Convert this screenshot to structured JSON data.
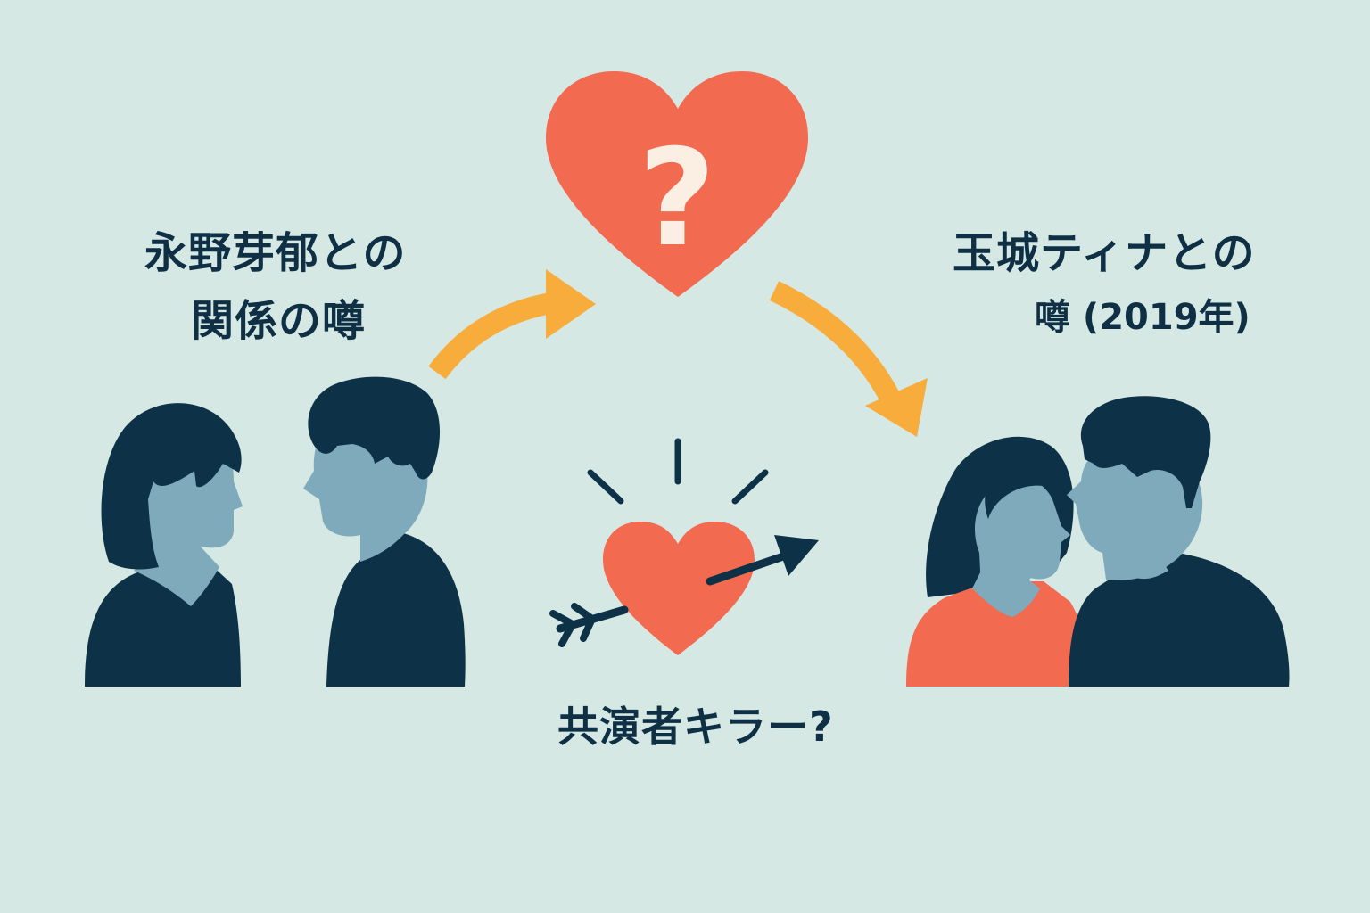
{
  "labels": {
    "left_rumor_line1": "永野芽郁との",
    "left_rumor_line2": "関係の噂",
    "right_rumor_line1": "玉城ティナとの",
    "right_rumor_line2": "噂 (2019年)",
    "costar_killer": "共演者キラー?",
    "question_mark": "?"
  },
  "colors": {
    "background": "#d5e8e3",
    "heart": "#f26a50",
    "arrow": "#f7ac3b",
    "silhouette_dark": "#0d3247",
    "skin": "#7eaabb",
    "question_mark": "#fbeee2",
    "top_red": "#f26a50"
  },
  "icons": {
    "top_heart": "heart-question-icon",
    "middle_heart": "heart-arrow-icon",
    "left_arrow": "curved-arrow-right-up-icon",
    "right_arrow": "curved-arrow-right-down-icon"
  }
}
